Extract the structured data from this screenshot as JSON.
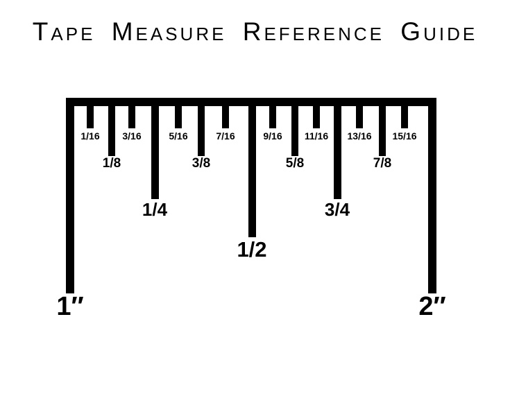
{
  "title": "Tape Measure Reference Guide",
  "colors": {
    "ink": "#000000",
    "background": "#ffffff"
  },
  "ruler": {
    "unit_start_label": "1″",
    "unit_end_label": "2″",
    "ticks": [
      {
        "label": "1″",
        "level": "inch",
        "sixteenths": 0
      },
      {
        "label": "1/16",
        "level": "sixteenth",
        "sixteenths": 1
      },
      {
        "label": "1/8",
        "level": "eighth",
        "sixteenths": 2
      },
      {
        "label": "3/16",
        "level": "sixteenth",
        "sixteenths": 3
      },
      {
        "label": "1/4",
        "level": "quarter",
        "sixteenths": 4
      },
      {
        "label": "5/16",
        "level": "sixteenth",
        "sixteenths": 5
      },
      {
        "label": "3/8",
        "level": "eighth",
        "sixteenths": 6
      },
      {
        "label": "7/16",
        "level": "sixteenth",
        "sixteenths": 7
      },
      {
        "label": "1/2",
        "level": "half",
        "sixteenths": 8
      },
      {
        "label": "9/16",
        "level": "sixteenth",
        "sixteenths": 9
      },
      {
        "label": "5/8",
        "level": "eighth",
        "sixteenths": 10
      },
      {
        "label": "11/16",
        "level": "sixteenth",
        "sixteenths": 11
      },
      {
        "label": "3/4",
        "level": "quarter",
        "sixteenths": 12
      },
      {
        "label": "13/16",
        "level": "sixteenth",
        "sixteenths": 13
      },
      {
        "label": "7/8",
        "level": "eighth",
        "sixteenths": 14
      },
      {
        "label": "15/16",
        "level": "sixteenth",
        "sixteenths": 15
      },
      {
        "label": "2″",
        "level": "inch",
        "sixteenths": 16
      }
    ]
  }
}
